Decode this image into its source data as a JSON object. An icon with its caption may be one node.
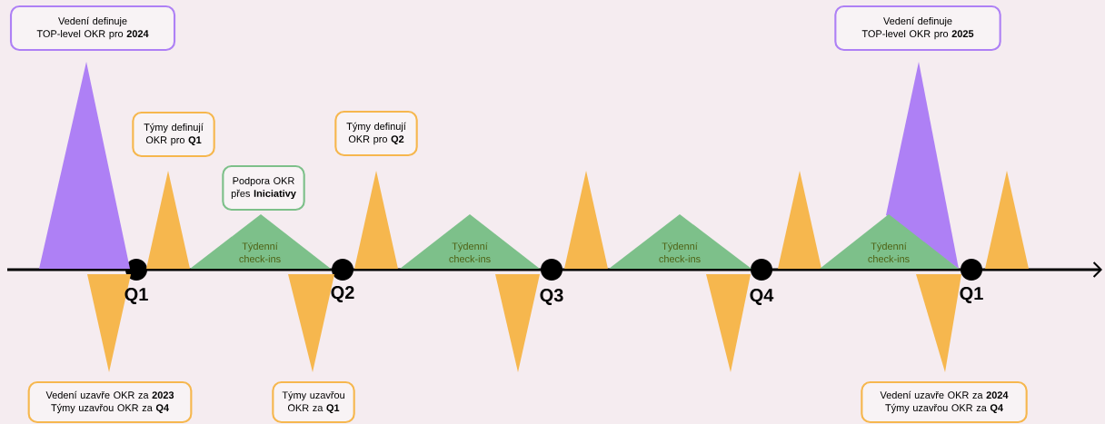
{
  "diagram": {
    "nodes": [
      {
        "text": [
          "Vedení definuje TOP-level OKR pro **2024**"
        ]
      },
      {
        "text": [
          "Týmy definují OKR pro **Q1**"
        ]
      },
      {
        "text": [
          "Podpora OKR přes **Iniciativy**"
        ]
      },
      {
        "text": [
          "Týmy definují OKR pro **Q2**"
        ]
      },
      {
        "text": [
          "Vedení definuje TOP-level OKR pro **2025**"
        ]
      },
      {
        "text": [
          "Týdenní check-ins"
        ]
      },
      {
        "text": [
          "Týdenní check-ins"
        ]
      },
      {
        "text": [
          "Týdenní check-ins"
        ]
      },
      {
        "text": [
          "Týdenní check-ins"
        ]
      },
      {
        "text": [
          "Vedení uzavře OKR za **2023** Týmy uzavřou OKR za **Q4**"
        ]
      },
      {
        "text": [
          "Týmy uzavřou OKR za **Q1**"
        ]
      },
      {
        "text": [
          "Vedení uzavře OKR za **2024** Týmy uzavřou OKR za **Q4**"
        ]
      },
      {
        "text": [],
        "shape": "triangle"
      },
      {
        "text": [],
        "shape": "triangle"
      },
      {
        "text": [],
        "shape": "triangle"
      },
      {
        "text": [],
        "shape": "triangle"
      },
      {
        "text": [],
        "shape": "triangle"
      },
      {
        "text": [],
        "shape": "triangle"
      },
      {
        "text": [],
        "shape": "triangle"
      },
      {
        "text": [],
        "shape": "triangle"
      },
      {
        "text": [],
        "shape": "triangle"
      },
      {
        "text": [],
        "shape": "triangle"
      },
      {
        "text": [],
        "shape": "triangle"
      },
      {
        "text": [],
        "shape": "triangle"
      }
    ],
    "labels": [
      "Q1",
      "Q2",
      "Q3",
      "Q4",
      "Q1"
    ]
  }
}
